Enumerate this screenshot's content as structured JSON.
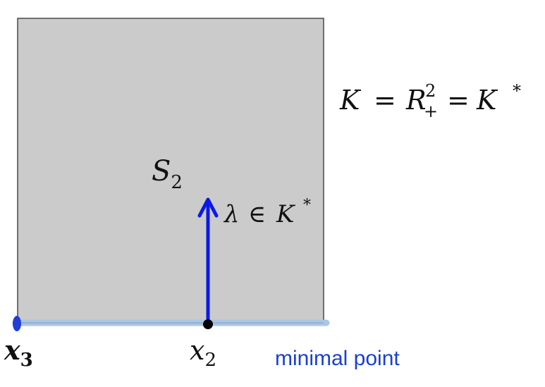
{
  "diagram": {
    "set_label": {
      "base": "S",
      "sub": "2"
    },
    "cone_equation": {
      "lhs": "K",
      "eq1": "=",
      "r_base": "R",
      "r_sup": "2",
      "r_sub": "+",
      "eq2": "=",
      "rhs": "K",
      "rhs_sup": "*"
    },
    "vector_label": {
      "lambda": "λ",
      "in": "∈",
      "k": "K",
      "star": "*"
    },
    "point_x3": {
      "base": "x",
      "sub": "3"
    },
    "point_x2": {
      "base": "x",
      "sub": "2"
    },
    "minimal_note": "minimal point",
    "colors": {
      "set_fill": "#cbcbcb",
      "set_border": "#222222",
      "highlight_edge": "#a9c6e6",
      "arrow": "#0b18e8",
      "x3_marker": "#1f3fd6",
      "x2_marker": "#000000",
      "note_text": "#1a3fd0"
    }
  }
}
